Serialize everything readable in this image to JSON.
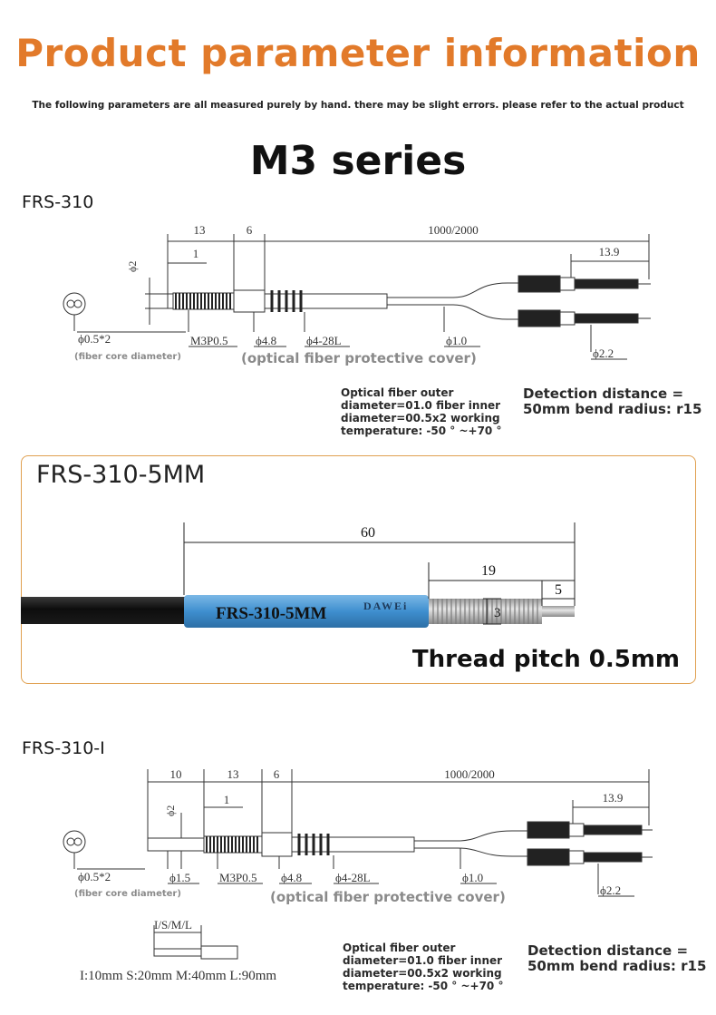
{
  "header": {
    "title": "Product parameter information",
    "subtitle": "The following parameters are all measured purely by hand. there may be slight errors. please refer to the actual product",
    "series": "M3 series"
  },
  "frs310": {
    "model": "FRS-310",
    "dims": {
      "d13": "13",
      "d6": "6",
      "length": "1000/2000",
      "d1": "1",
      "phi2": "ϕ2",
      "d139": "13.9"
    },
    "labels": {
      "core": "ϕ0.5*2",
      "thread": "M3P0.5",
      "phi48": "ϕ4.8",
      "phi428": "ϕ4-28L",
      "phi10": "ϕ1.0",
      "phi22": "ϕ2.2"
    },
    "core_caption": "(fiber core diameter)",
    "cover_caption": "(optical fiber protective cover)",
    "spec_text": "Optical fiber outer diameter=01.0 fiber inner diameter=00.5x2 working temperature: -50 ° ~+70 °",
    "detect_text": "Detection distance = 50mm bend radius: r15"
  },
  "frs3105mm": {
    "model": "FRS-310-5MM",
    "sleeve_label": "FRS-310-5MM",
    "brand": "DAWEi",
    "dims": {
      "d60": "60",
      "d19": "19",
      "d5": "5",
      "d3": "3"
    },
    "pitch": "Thread pitch 0.5mm"
  },
  "frs310i": {
    "model": "FRS-310-I",
    "dims": {
      "d10": "10",
      "d13": "13",
      "d6": "6",
      "length": "1000/2000",
      "d1": "1",
      "phi2": "ϕ2",
      "d139": "13.9"
    },
    "labels": {
      "core": "ϕ0.5*2",
      "phi15": "ϕ1.5",
      "thread": "M3P0.5",
      "phi48": "ϕ4.8",
      "phi428": "ϕ4-28L",
      "phi10": "ϕ1.0",
      "phi22": "ϕ2.2"
    },
    "core_caption": "(fiber core diameter)",
    "cover_caption": "(optical fiber protective cover)",
    "isml": "I/S/M/L",
    "lengths": "I:10mm S:20mm M:40mm L:90mm",
    "spec_text": "Optical fiber outer diameter=01.0 fiber inner diameter=00.5x2 working temperature: -50 ° ~+70 °",
    "detect_text": "Detection distance = 50mm bend radius: r15"
  },
  "colors": {
    "title": "#e27a2a",
    "box_border": "#e0a050",
    "sleeve": "#3f8fcf",
    "caption": "#8a8a8a"
  }
}
